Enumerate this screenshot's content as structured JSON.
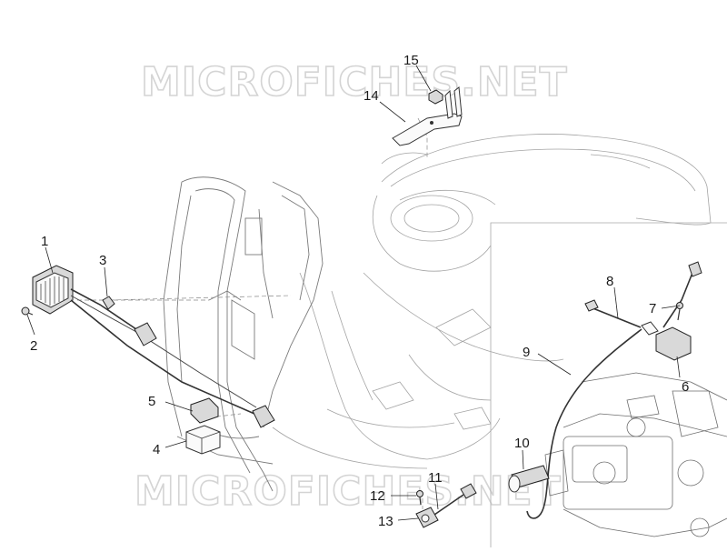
{
  "watermark": {
    "text_top": "MICROFICHES.NET",
    "text_bottom": "MICROFICHES.NET"
  },
  "callouts": [
    {
      "id": "c1",
      "label": "1"
    },
    {
      "id": "c2",
      "label": "2"
    },
    {
      "id": "c3",
      "label": "3"
    },
    {
      "id": "c4",
      "label": "4"
    },
    {
      "id": "c5",
      "label": "5"
    },
    {
      "id": "c6",
      "label": "6"
    },
    {
      "id": "c7",
      "label": "7"
    },
    {
      "id": "c8",
      "label": "8"
    },
    {
      "id": "c9",
      "label": "9"
    },
    {
      "id": "c10",
      "label": "10"
    },
    {
      "id": "c11",
      "label": "11"
    },
    {
      "id": "c12",
      "label": "12"
    },
    {
      "id": "c13",
      "label": "13"
    },
    {
      "id": "c14",
      "label": "14"
    },
    {
      "id": "c15",
      "label": "15"
    }
  ],
  "colors": {
    "line": "#333333",
    "frame": "#a9a9a9",
    "watermark": "#d4d4d4"
  }
}
